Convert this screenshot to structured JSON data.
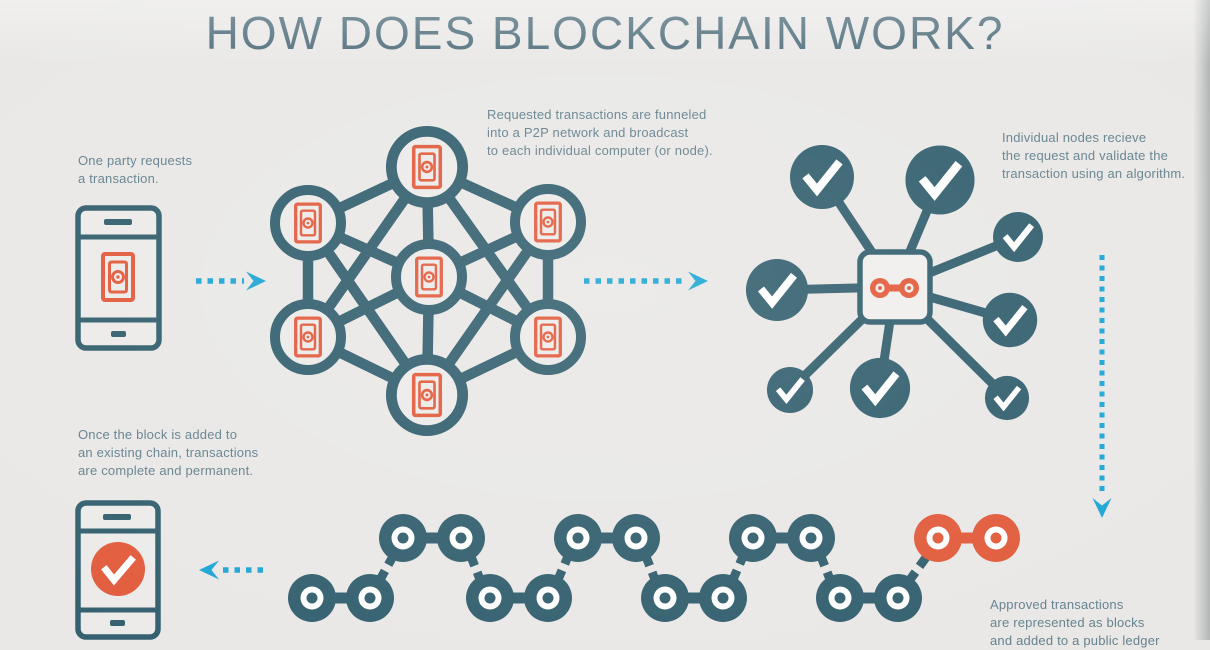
{
  "title": "HOW DOES BLOCKCHAIN WORK?",
  "steps": [
    {
      "id": "request",
      "label": "One party requests\na transaction."
    },
    {
      "id": "broadcast",
      "label": "Requested transactions are funneled\ninto a P2P network and broadcast\nto each individual computer (or node)."
    },
    {
      "id": "validate",
      "label": "Individual nodes recieve\nthe request and validate the\ntransaction using an algorithm."
    },
    {
      "id": "complete",
      "label": "Once the block is added to\nan existing chain,  transactions\nare complete and permanent."
    },
    {
      "id": "ledger",
      "label": "Approved transactions\nare represented as blocks\nand added to a public ledger"
    }
  ],
  "icons": {
    "phone_request": "phone-with-banknote-icon",
    "network_node": "circle-banknote-node-icon",
    "hub": "processor-square-with-chain-link-icon",
    "check_node": "circle-checkmark-icon",
    "chain_link": "blockchain-link-icon",
    "arrow": "dotted-arrow-icon",
    "phone_confirmed": "phone-with-check-icon"
  },
  "colors": {
    "background": "#e9e8e6",
    "teal": "#34606f",
    "orange": "#e25c3d",
    "blue": "#1fa6d6",
    "title_text": "#4c6b79",
    "body_text": "#64828f",
    "white": "#ffffff"
  }
}
